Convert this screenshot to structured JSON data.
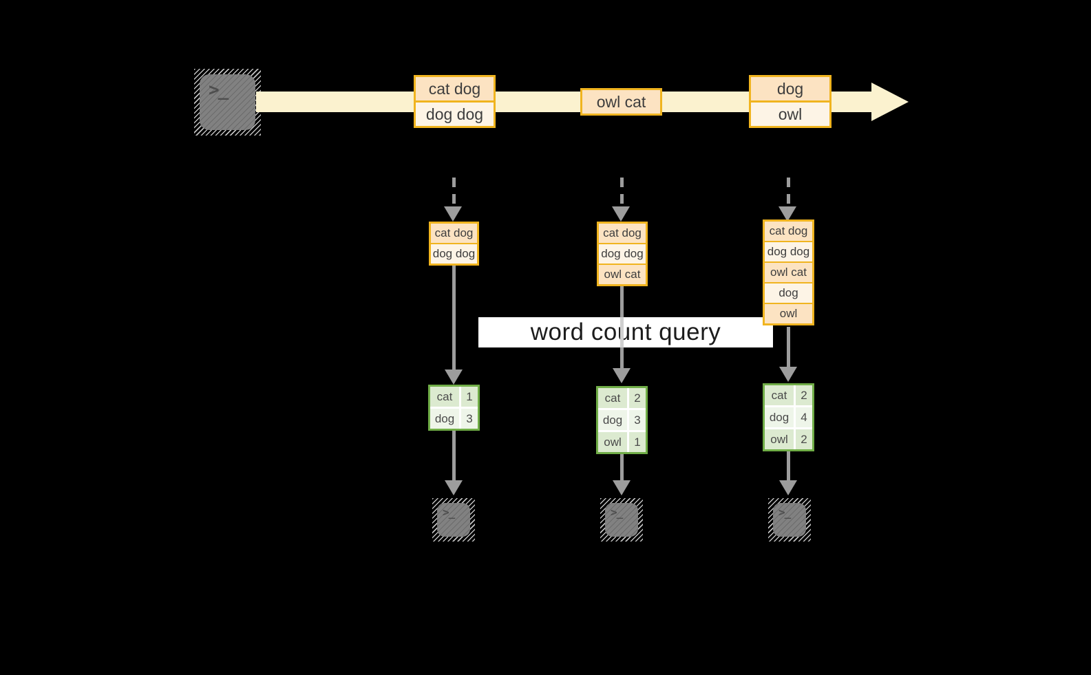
{
  "banner": {
    "label": "word count query"
  },
  "source_terminal": {
    "glyph": ">_"
  },
  "stream": {
    "events": [
      {
        "lines": [
          "cat dog",
          "dog dog"
        ]
      },
      {
        "lines": [
          "owl cat"
        ]
      },
      {
        "lines": [
          "dog",
          "owl"
        ]
      }
    ]
  },
  "columns": [
    {
      "state_rows": [
        "cat dog",
        "dog dog"
      ],
      "result_rows": [
        {
          "word": "cat",
          "count": "1"
        },
        {
          "word": "dog",
          "count": "3"
        }
      ],
      "terminal_glyph": ">_"
    },
    {
      "state_rows": [
        "cat dog",
        "dog dog",
        "owl cat"
      ],
      "result_rows": [
        {
          "word": "cat",
          "count": "2"
        },
        {
          "word": "dog",
          "count": "3"
        },
        {
          "word": "owl",
          "count": "1"
        }
      ],
      "terminal_glyph": ">_"
    },
    {
      "state_rows": [
        "cat dog",
        "dog dog",
        "owl cat",
        "dog",
        "owl"
      ],
      "result_rows": [
        {
          "word": "cat",
          "count": "2"
        },
        {
          "word": "dog",
          "count": "4"
        },
        {
          "word": "owl",
          "count": "2"
        }
      ],
      "terminal_glyph": ">_"
    }
  ],
  "colors": {
    "background": "#000000",
    "stream_arrow": "#fbf2cf",
    "event_border": "#f0b41f",
    "event_fill_dark": "#fce3c2",
    "event_fill_light": "#fdf4e6",
    "table_border": "#70ad47",
    "table_fill_dark": "#dcead0",
    "table_fill_light": "#eef5e9",
    "connector_gray": "#9d9d9d",
    "terminal_gray": "#818181"
  }
}
